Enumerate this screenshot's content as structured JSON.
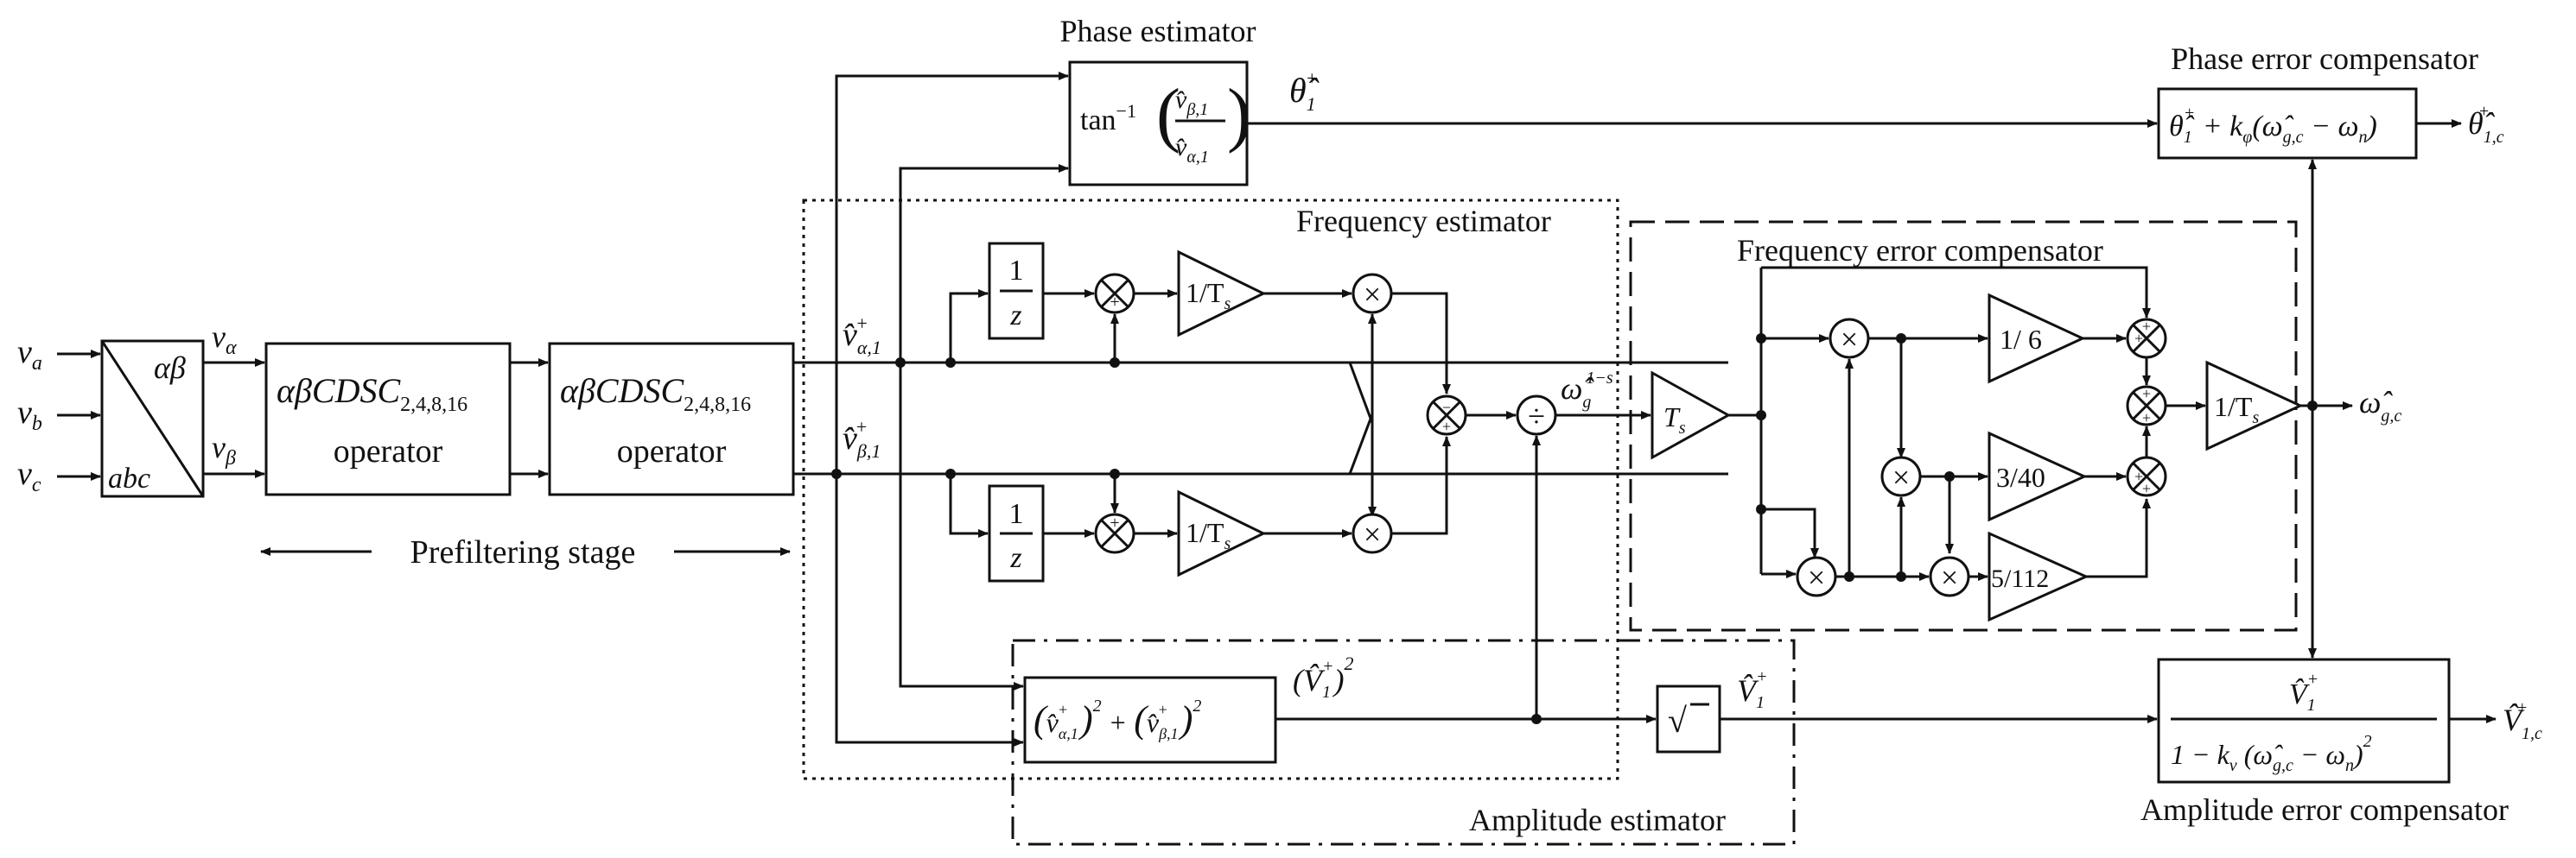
{
  "inputs": {
    "va": "v",
    "va_sub": "a",
    "vb": "v",
    "vb_sub": "b",
    "vc": "v",
    "vc_sub": "c"
  },
  "transform": {
    "top": "αβ",
    "bottom": "abc"
  },
  "cdsc": {
    "name": "αβCDSC",
    "sub": "2,4,8,16",
    "line2": "operator"
  },
  "signals": {
    "v_alpha": "v",
    "v_alpha_sub": "α",
    "v_beta": "v",
    "v_beta_sub": "β",
    "v_alpha1": "v̂",
    "v_alpha1_sub": "α,1",
    "v_alpha1_sup": "+",
    "v_beta1": "v̂",
    "v_beta1_sub": "β,1",
    "v_beta1_sup": "+",
    "theta1": "θ̂",
    "theta1_sub": "1",
    "theta1_sup": "+",
    "omega_g": "ω̂",
    "omega_g_sub": "g",
    "omega_g_sup": "1−s",
    "omega_gc": "ω̂",
    "omega_gc_sub": "g,c",
    "V1sq": "(V̂",
    "V1sq_sub": "1",
    "V1sq_sup": "+",
    "V1sq_close": ")",
    "V1sq_pow": "2",
    "V1": "V̂",
    "V1_sub": "1",
    "V1_sup": "+",
    "theta1c": "θ̂",
    "theta1c_sub": "1,c",
    "theta1c_sup": "+",
    "V1c": "V̂",
    "V1c_sub": "1,c",
    "V1c_sup": "+"
  },
  "labels": {
    "phase_estimator": "Phase estimator",
    "frequency_estimator": "Frequency estimator",
    "frequency_error_compensator": "Frequency error compensator",
    "phase_error_compensator": "Phase error compensator",
    "amplitude_estimator": "Amplitude estimator",
    "amplitude_error_compensator": "Amplitude error compensator",
    "prefiltering_stage": "Prefiltering stage"
  },
  "blocks": {
    "delay_num": "1",
    "delay_den": "z",
    "gain_1Ts": "1/T",
    "gain_1Ts_sub": "s",
    "gain_Ts": "T",
    "gain_Ts_sub": "s",
    "gain_1_6": "1/ 6",
    "gain_3_40": "3/40",
    "gain_5_112": "5/112",
    "divide": "÷",
    "multiply": "×",
    "tan_inv": "tan",
    "tan_inv_sup": "−1",
    "amp_est_expr": "(v̂α,1⁺)² + (v̂β,1⁺)²",
    "phase_comp_expr": "θ̂₁⁺ + kφ(ω̂g,c − ωn)",
    "amp_comp_num": "V̂₁⁺",
    "amp_comp_den": "1 − kv(ω̂g,c − ωn)²",
    "sqrt": "√"
  }
}
